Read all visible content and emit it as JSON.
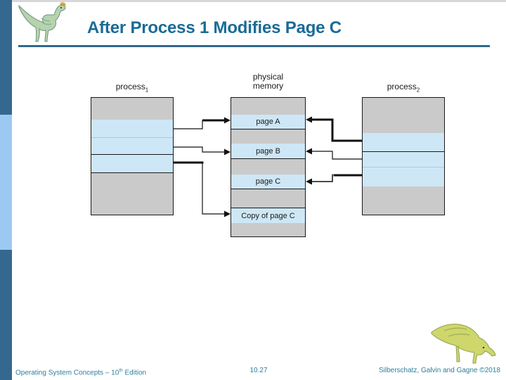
{
  "title": "After Process 1 Modifies Page C",
  "diagram": {
    "left_process_label": "process",
    "left_process_sub": "1",
    "memory_label_line1": "physical",
    "memory_label_line2": "memory",
    "right_process_label": "process",
    "right_process_sub": "2",
    "memory_rows": [
      "page A",
      "page B",
      "page C",
      "Copy of page C"
    ]
  },
  "footer": {
    "book": "Operating System Concepts – 10",
    "book_sup": "th",
    "book_suffix": " Edition",
    "page_number": "10.27",
    "credit": "Silberschatz, Galvin and Gagne ©2018"
  },
  "icons": {
    "logo": "dinosaur-logo",
    "footer_image": "dinosaur-image"
  },
  "colors": {
    "title_accent": "#1A6B96",
    "sidebar_dark": "#35688F",
    "sidebar_light": "#9CC9F2",
    "slot_gray": "#CACACA",
    "slot_blue": "#CEE7F6",
    "line_black": "#1a1a1a",
    "footer_text": "#2E7E9C"
  }
}
